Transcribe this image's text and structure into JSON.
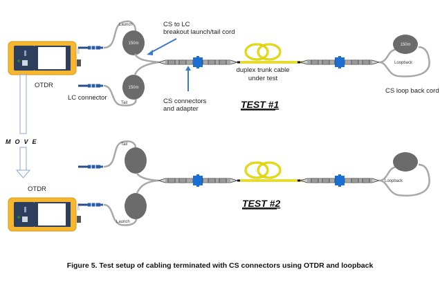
{
  "diagram": {
    "test1": {
      "title": "TEST #1",
      "otdr_label": "OTDR",
      "lc_label": "LC connector",
      "launch_label": "Launch",
      "tail_label": "Tail",
      "launch_spool": "150m",
      "tail_spool": "150m",
      "breakout_label_line1": "CS to LC",
      "breakout_label_line2": "breakout launch/tail cord",
      "cs_label_line1": "CS connectors",
      "cs_label_line2": "and adapter",
      "trunk_label_line1": "duplex trunk cable",
      "trunk_label_line2": "under test",
      "loopback_spool": "150m",
      "loopback_label": "Loopback",
      "loopback_cord_label": "CS loop back cord"
    },
    "move_label": "MOVE",
    "test2": {
      "title": "TEST #2",
      "otdr_label": "OTDR",
      "tail_label": "Tail",
      "launch_label": "Launch",
      "loopback_label": "Loopback"
    },
    "caption": "Figure 5. Test setup of cabling terminated with CS connectors using OTDR and loopback",
    "colors": {
      "otdr_body": "#f5b731",
      "otdr_panel": "#2d3f5c",
      "spool": "#6b6b6b",
      "fiber_gray": "#a8a8a8",
      "trunk_yellow": "#f2e600",
      "adapter_blue": "#1a6fd1",
      "arrow_blue": "#3a78c9",
      "move_arrow": "#8aa6d6"
    }
  }
}
